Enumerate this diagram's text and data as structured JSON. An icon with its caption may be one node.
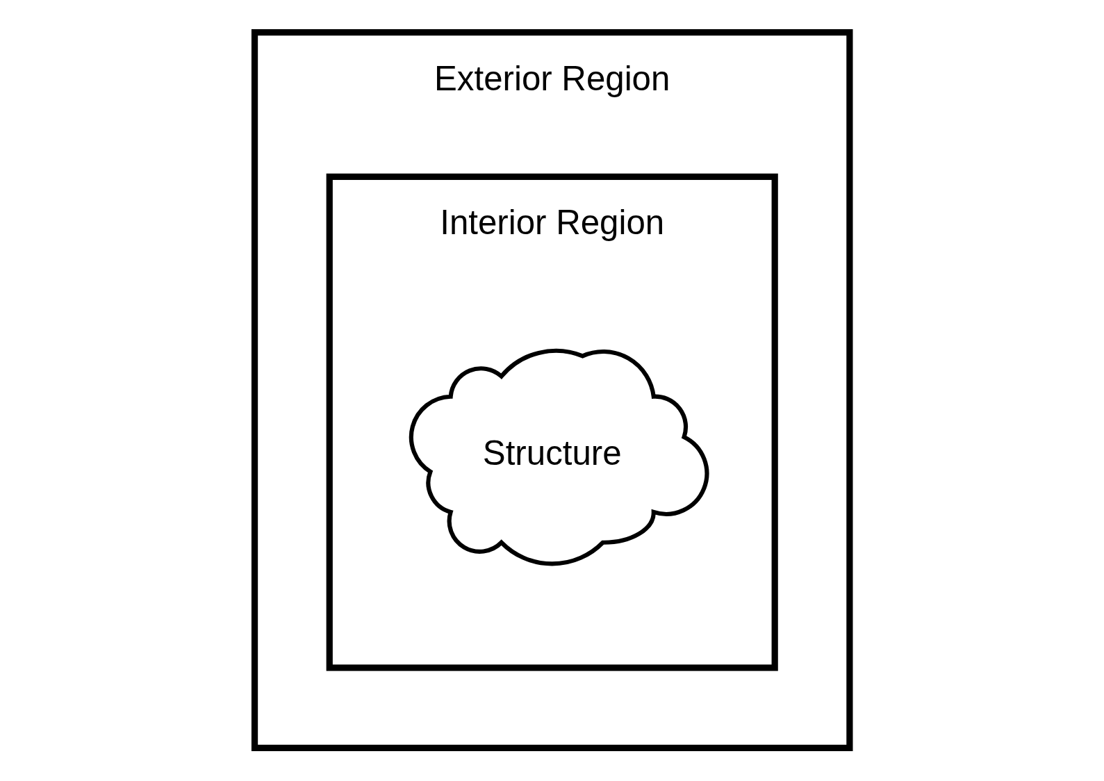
{
  "diagram": {
    "nodes": [
      {
        "text": [
          "Exterior Region"
        ]
      },
      {
        "text": [
          "Interior Region"
        ],
        "in": 0
      },
      {
        "text": [
          "Structure"
        ],
        "in": 1
      }
    ]
  }
}
